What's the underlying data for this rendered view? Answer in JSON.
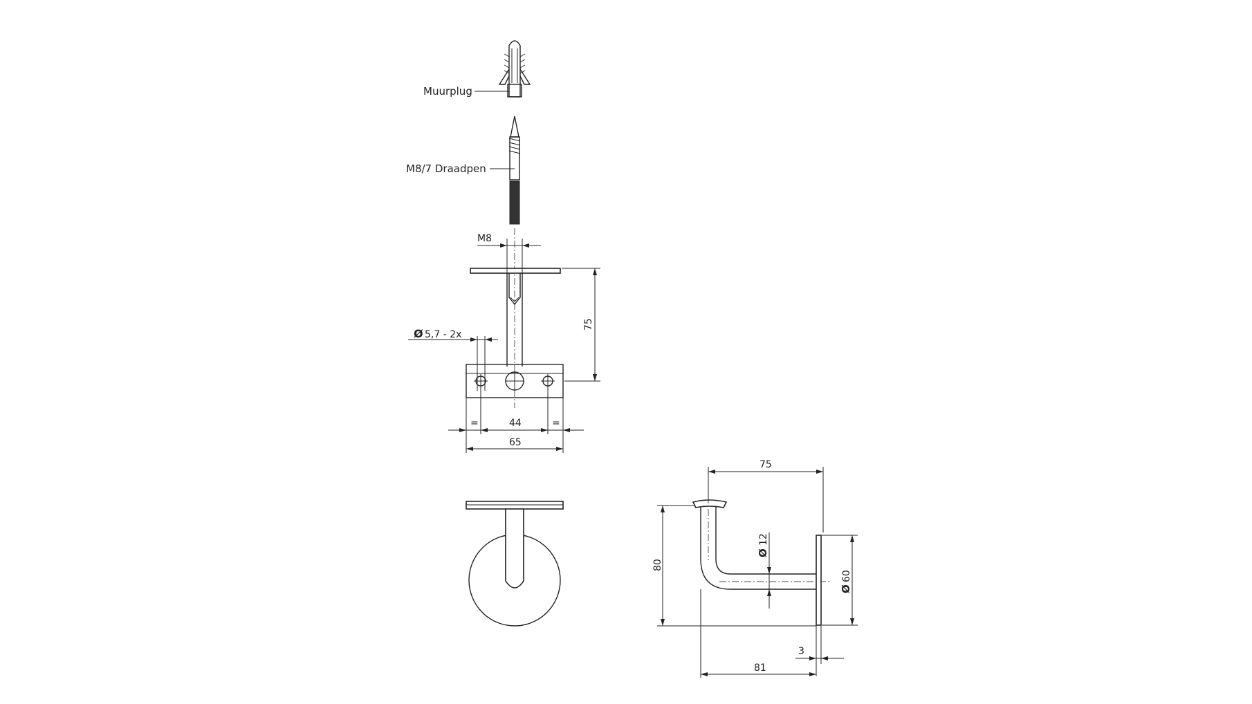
{
  "labels": {
    "plug": "Muurplug",
    "pin": "M8/7 Draadpen"
  },
  "dimensions": {
    "thread": "M8",
    "height_top": "75",
    "hole": "5,7 - 2x",
    "eq_left": "=",
    "hole_spacing": "44",
    "eq_right": "=",
    "plate_width": "65",
    "reach_top": "75",
    "height_side": "80",
    "bar_dia": "12",
    "rosette_dia": "60",
    "rosette_thickness": "3",
    "reach_bottom": "81"
  },
  "symbols": {
    "diameter": "Ø"
  },
  "colors": {
    "line": "#222222",
    "background": "#ffffff"
  }
}
